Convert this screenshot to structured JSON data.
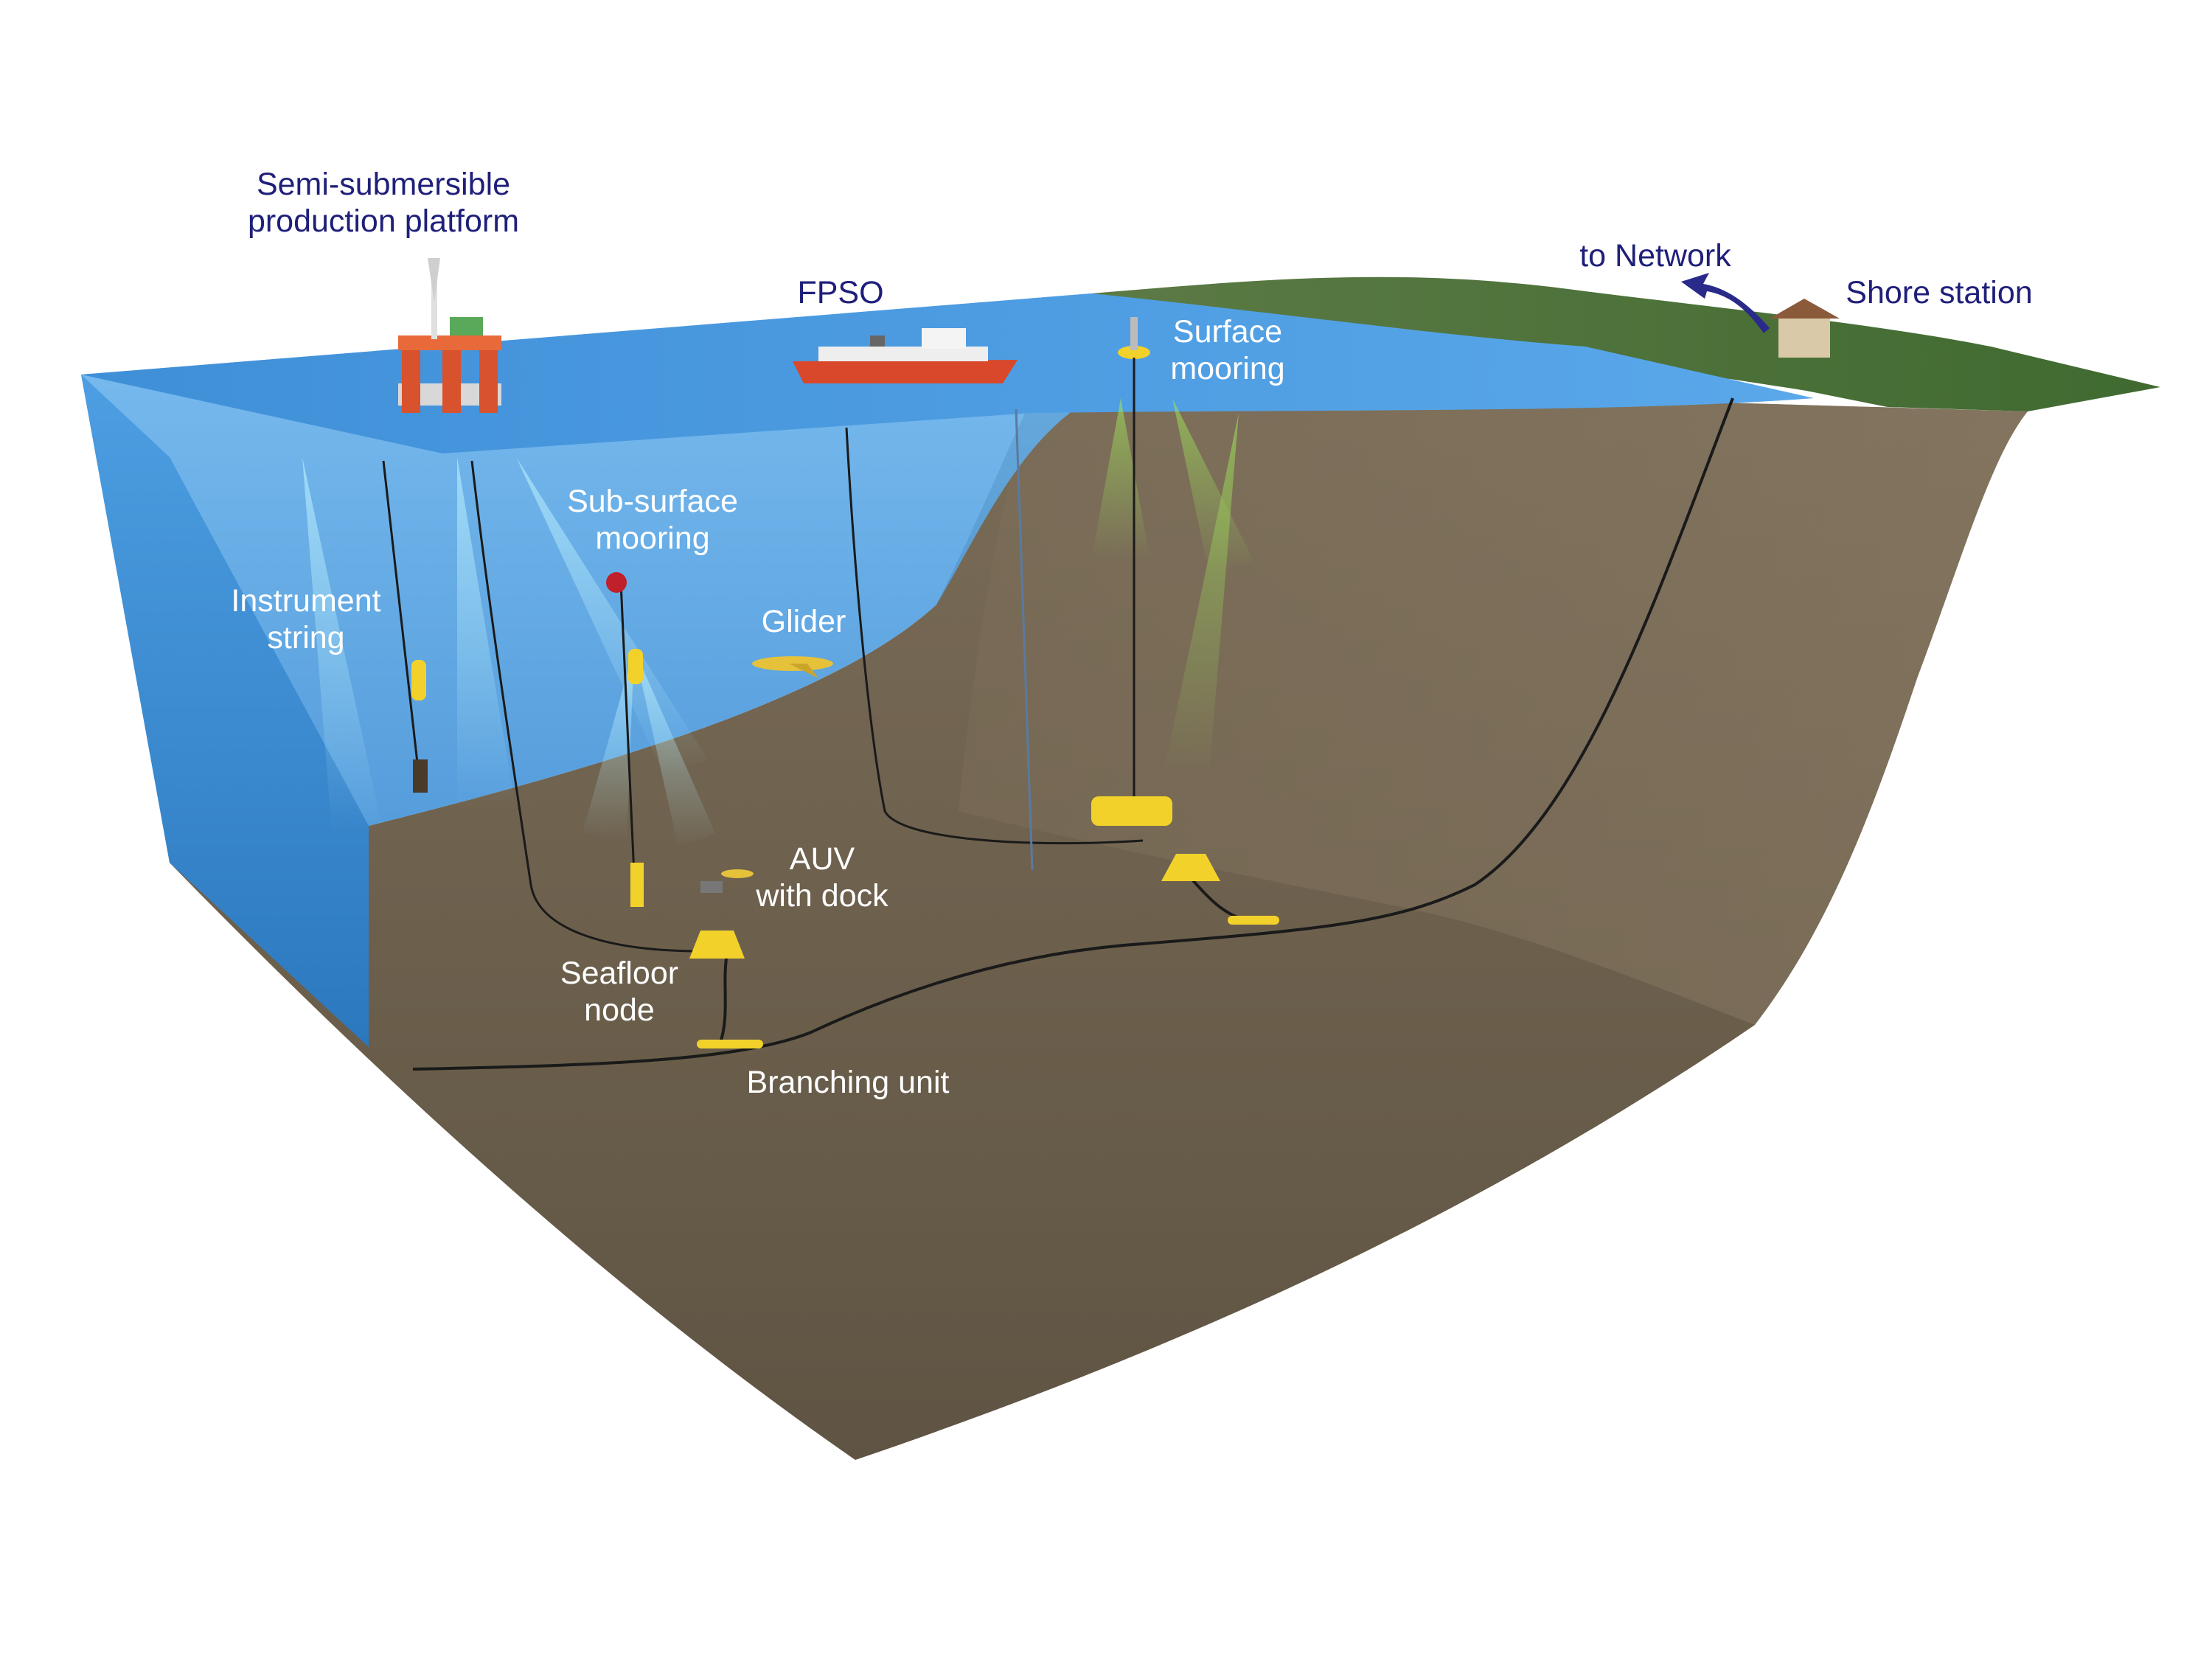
{
  "colors": {
    "label_dark": "#1f1f7a",
    "label_light": "#ffffff",
    "water": "#4f9fe0",
    "water_deep": "#2f7fc6",
    "seafloor": "#6e6250",
    "land": "#4f7a3a",
    "equipment": "#f2d22a",
    "cable": "#1a1a1a",
    "arrow": "#2a2a8a"
  },
  "labels": {
    "platform": [
      "Semi-submersible",
      "production platform"
    ],
    "fpso": "FPSO",
    "surface_mooring": [
      "Surface",
      "mooring"
    ],
    "to_network": "to Network",
    "shore_station": "Shore station",
    "subsurface_mooring": [
      "Sub-surface",
      "mooring"
    ],
    "instrument_string": [
      "Instrument",
      "string"
    ],
    "glider": "Glider",
    "auv": [
      "AUV",
      "with dock"
    ],
    "seafloor_node": [
      "Seafloor",
      "node"
    ],
    "branching_unit": "Branching unit"
  }
}
